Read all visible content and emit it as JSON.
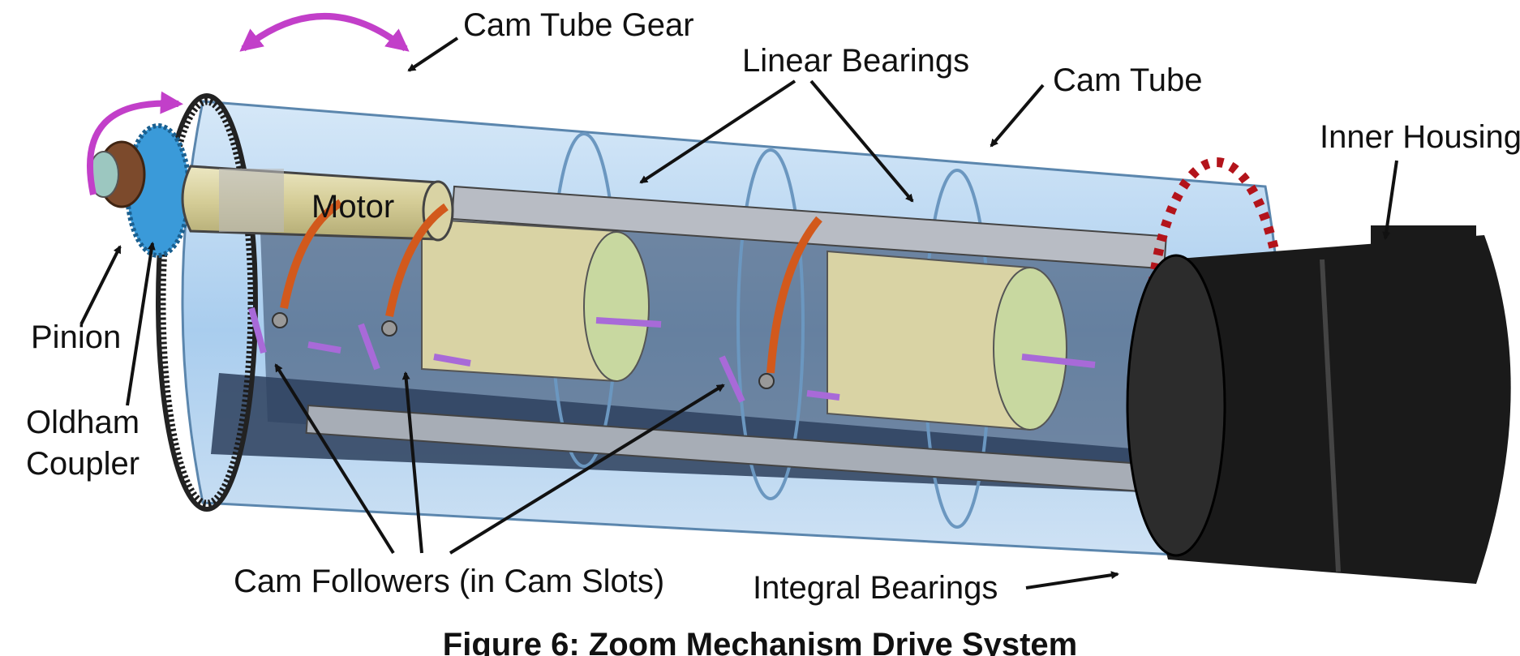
{
  "labels": {
    "cam_tube_gear": "Cam Tube Gear",
    "linear_bearings": "Linear Bearings",
    "cam_tube": "Cam Tube",
    "inner_housing": "Inner Housing",
    "motor": "Motor",
    "pinion": "Pinion",
    "oldham_coupler_line1": "Oldham",
    "oldham_coupler_line2": "Coupler",
    "cam_followers": "Cam Followers (in Cam Slots)",
    "integral_bearings": "Integral Bearings"
  },
  "caption": "Figure 6: Zoom Mechanism Drive System",
  "colors": {
    "tube_blue": "#bcd8f0",
    "housing_black": "#1a1a1a",
    "motor_tan": "#d9d3a4",
    "rotation_arrow": "#c23fc9",
    "motion_arrow": "#a86ad8",
    "follower_orange": "#d2591c",
    "bearing_red": "#b3141b"
  }
}
